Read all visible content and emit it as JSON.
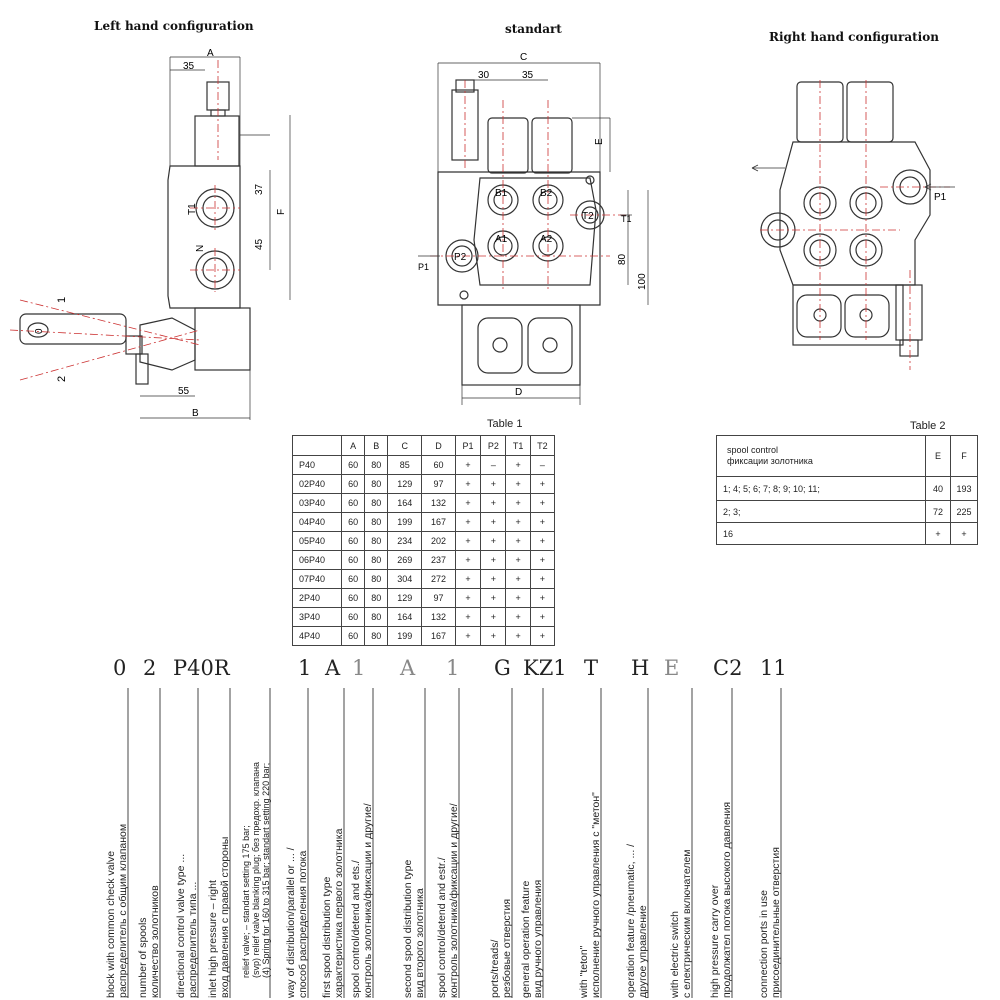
{
  "titles": {
    "left": "Left hand configuration",
    "center": "standart",
    "right": "Right hand configuration"
  },
  "left_view": {
    "dims": {
      "A": "A",
      "d35": "35",
      "d37": "37",
      "d45": "45",
      "F": "F",
      "d55": "55",
      "B": "B"
    },
    "ports": {
      "T1": "T1",
      "N": "N"
    },
    "lever": {
      "pos1": "1",
      "pos0": "0",
      "pos2": "2"
    }
  },
  "center_view": {
    "dims": {
      "C": "C",
      "d30": "30",
      "d35": "35",
      "E": "E",
      "T1": "T1",
      "d80": "80",
      "d100": "100",
      "D": "D",
      "P1": "P1"
    },
    "ports": {
      "B1": "B1",
      "B2": "B2",
      "A1": "A1",
      "A2": "A2",
      "T2": "T2",
      "P2": "P2"
    }
  },
  "right_view": {
    "ports": {
      "P1": "P1"
    }
  },
  "table1": {
    "caption": "Table 1",
    "headers": [
      "",
      "A",
      "B",
      "C",
      "D",
      "P1",
      "P2",
      "T1",
      "T2"
    ],
    "rows": [
      [
        "P40",
        "60",
        "80",
        "85",
        "60",
        "+",
        "–",
        "+",
        "–"
      ],
      [
        "02P40",
        "60",
        "80",
        "129",
        "97",
        "+",
        "+",
        "+",
        "+"
      ],
      [
        "03P40",
        "60",
        "80",
        "164",
        "132",
        "+",
        "+",
        "+",
        "+"
      ],
      [
        "04P40",
        "60",
        "80",
        "199",
        "167",
        "+",
        "+",
        "+",
        "+"
      ],
      [
        "05P40",
        "60",
        "80",
        "234",
        "202",
        "+",
        "+",
        "+",
        "+"
      ],
      [
        "06P40",
        "60",
        "80",
        "269",
        "237",
        "+",
        "+",
        "+",
        "+"
      ],
      [
        "07P40",
        "60",
        "80",
        "304",
        "272",
        "+",
        "+",
        "+",
        "+"
      ],
      [
        "2P40",
        "60",
        "80",
        "129",
        "97",
        "+",
        "+",
        "+",
        "+"
      ],
      [
        "3P40",
        "60",
        "80",
        "164",
        "132",
        "+",
        "+",
        "+",
        "+"
      ],
      [
        "4P40",
        "60",
        "80",
        "199",
        "167",
        "+",
        "+",
        "+",
        "+"
      ]
    ]
  },
  "table2": {
    "caption": "Table 2",
    "header": {
      "col1_line1": "spool control",
      "col1_line2": "фиксации золотника",
      "E": "E",
      "F": "F"
    },
    "rows": [
      [
        "1;  4;  5;  6;  7;  8;  9;  10;  11;",
        "40",
        "193"
      ],
      [
        "2;  3;",
        "72",
        "225"
      ],
      [
        "16",
        "+",
        "+"
      ]
    ]
  },
  "code": {
    "segments": [
      {
        "text": "0",
        "grey": false
      },
      {
        "text": "2",
        "grey": false
      },
      {
        "text": "P40R",
        "grey": false
      },
      {
        "text": "1",
        "grey": false
      },
      {
        "text": "A",
        "grey": false
      },
      {
        "text": "1",
        "grey": true
      },
      {
        "text": "A",
        "grey": true
      },
      {
        "text": "1",
        "grey": true
      },
      {
        "text": "G",
        "grey": false
      },
      {
        "text": "KZ1",
        "grey": false
      },
      {
        "text": "T",
        "grey": false
      },
      {
        "text": "H",
        "grey": false
      },
      {
        "text": "E",
        "grey": true
      },
      {
        "text": "C2",
        "grey": false
      },
      {
        "text": "11",
        "grey": false
      }
    ]
  },
  "labels": [
    {
      "lines": [
        "block with common check valve",
        "распределитель с общим клапаном"
      ]
    },
    {
      "lines": [
        "number of spools",
        "количество золотников"
      ]
    },
    {
      "lines": [
        "directional control valve type ...",
        "распределитель типа ..."
      ]
    },
    {
      "lines": [
        "inlet high pressure – right",
        "вход давления с правой стороны"
      ]
    },
    {
      "lines": [
        "relief valve; – standart setting 175 bar;",
        "(svp) relief valve blanking plug; без предохр. клапана",
        "(4) Spring for 160 to 315 bar; standart setting 220 bar;"
      ]
    },
    {
      "lines": [
        "way of distribution/parallel or ... /",
        "способ распределения потока"
      ]
    },
    {
      "lines": [
        "first spool distribution type",
        "характеристика первого золотника"
      ]
    },
    {
      "lines": [
        "spool control/detend and ets./",
        "контроль золотника/фиксации и другие/"
      ]
    },
    {
      "lines": [
        "second spool distribution type",
        "вид второго золотника"
      ]
    },
    {
      "lines": [
        "spool control/detend and estr./",
        "контроль золотника/фиксации и другие/"
      ]
    },
    {
      "lines": [
        "ports/treads/",
        "резбовые отверстия"
      ]
    },
    {
      "lines": [
        "general operation feature",
        "вид ручного управления"
      ]
    },
    {
      "lines": [
        "with \"teton\"",
        "исполнение ручного управления с \"метон\""
      ]
    },
    {
      "lines": [
        "operation feature /pneumatic, ... /",
        "другое управление"
      ]
    },
    {
      "lines": [
        "with electric switch",
        "с електрическим включателем"
      ]
    },
    {
      "lines": [
        "high pressure carry over",
        "продолжател потока высокого давления"
      ]
    },
    {
      "lines": [
        "connection ports in use",
        "присоединительные отверстия"
      ]
    }
  ]
}
